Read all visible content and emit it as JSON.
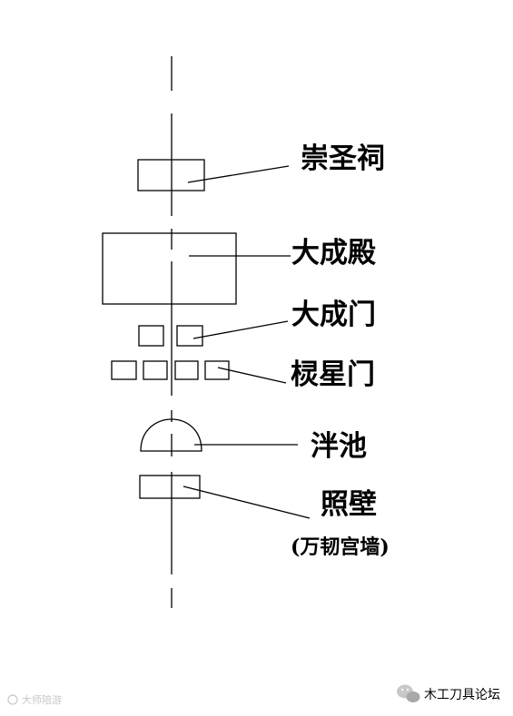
{
  "labels": {
    "chongsheng_ci": "崇圣祠",
    "dacheng_dian": "大成殿",
    "dacheng_men": "大成门",
    "lingxing_men": "棂星门",
    "pan_chi": "泮池",
    "zhao_bi": "照壁",
    "zhao_bi_note": "(万韧宫墙)"
  },
  "watermark": {
    "left": "大师陪游",
    "right": "木工刀具论坛"
  },
  "colors": {
    "line": "#000000",
    "background": "#ffffff"
  }
}
